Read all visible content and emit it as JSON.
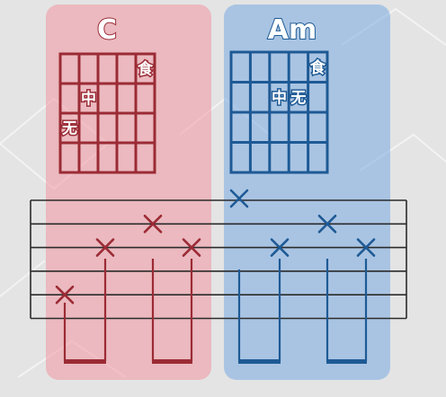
{
  "chords": [
    {
      "name": "C",
      "color": "#9b2b35",
      "fingers": [
        {
          "label": "食",
          "string": 5,
          "fret": 1
        },
        {
          "label": "中",
          "string": 2,
          "fret": 2
        },
        {
          "label": "无",
          "string": 1,
          "fret": 3
        }
      ]
    },
    {
      "name": "Am",
      "color": "#1e5a95",
      "fingers": [
        {
          "label": "食",
          "string": 5,
          "fret": 1
        },
        {
          "label": "中",
          "string": 3,
          "fret": 2
        },
        {
          "label": "无",
          "string": 4,
          "fret": 2
        }
      ]
    }
  ],
  "tab": {
    "strings": 6,
    "notes": [
      {
        "chord": 0,
        "string": 5,
        "step": 0
      },
      {
        "chord": 0,
        "string": 3,
        "step": 1
      },
      {
        "chord": 0,
        "string": 2,
        "step": 2
      },
      {
        "chord": 0,
        "string": 3,
        "step": 3
      },
      {
        "chord": 1,
        "string": 1,
        "step": 0
      },
      {
        "chord": 1,
        "string": 3,
        "step": 1
      },
      {
        "chord": 1,
        "string": 2,
        "step": 2
      },
      {
        "chord": 1,
        "string": 3,
        "step": 3
      }
    ]
  },
  "colors": {
    "red": "#9b2b35",
    "blue": "#1e5a95",
    "staff": "#2a2a2a"
  }
}
